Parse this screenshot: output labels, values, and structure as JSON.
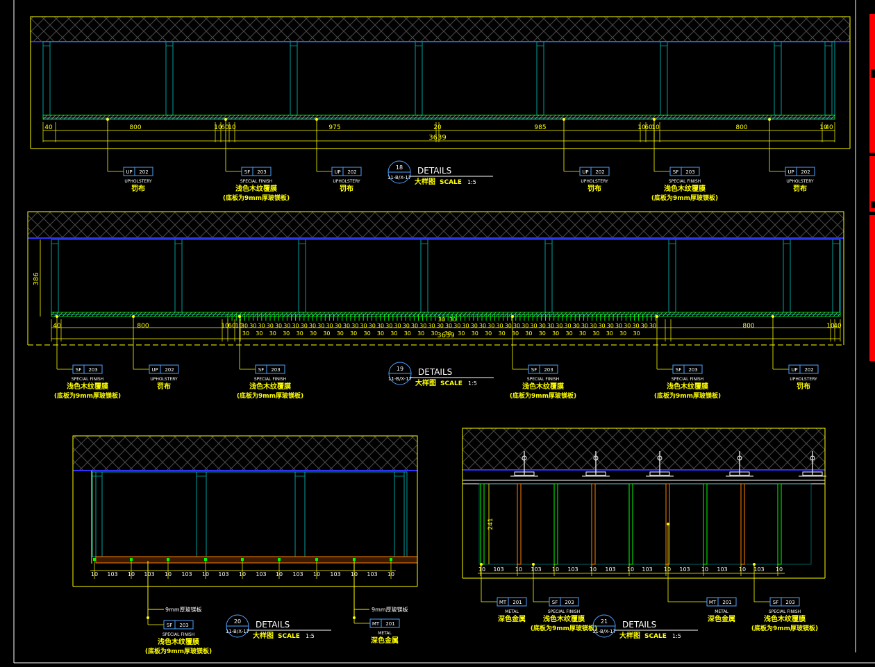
{
  "colors": {
    "background": "#000000",
    "frame": "#ffff00",
    "hatch": "#5a5a5a",
    "panel": "#00a0a0",
    "blue_line": "#3030ff",
    "dim": "#ffff00",
    "text": "#ffffff",
    "tag": "#4fa3ff",
    "red_mark": "#ff0000",
    "green": "#00ff00",
    "orange": "#ff7f00"
  },
  "detail18": {
    "dims": [
      "40",
      "800",
      "10",
      "60",
      "10",
      "975",
      "20",
      "985",
      "10",
      "60",
      "10",
      "800",
      "10",
      "40"
    ],
    "total": "3639",
    "callouts": [
      {
        "code": "UP",
        "num": "202",
        "en": "UPHOLSTERY",
        "cn": "罚布",
        "cn2": ""
      },
      {
        "code": "SF",
        "num": "203",
        "en": "SPECIAL FINISH",
        "cn": "浅色木纹覆膜",
        "cn2": "(底板为9mm厚玻镁板)"
      },
      {
        "code": "UP",
        "num": "202",
        "en": "UPHOLSTERY",
        "cn": "罚布",
        "cn2": ""
      },
      {
        "code": "UP",
        "num": "202",
        "en": "UPHOLSTERY",
        "cn": "罚布",
        "cn2": ""
      },
      {
        "code": "SF",
        "num": "203",
        "en": "SPECIAL FINISH",
        "cn": "浅色木纹覆膜",
        "cn2": "(底板为9mm厚玻镁板)"
      },
      {
        "code": "UP",
        "num": "202",
        "en": "UPHOLSTERY",
        "cn": "罚布",
        "cn2": ""
      }
    ],
    "title": {
      "num": "18",
      "ref": "11-B/X-17",
      "details": "DETAILS",
      "cn": "大样图",
      "scale": "SCALE",
      "ratio": "1:5"
    }
  },
  "detail19": {
    "height": "386",
    "dims_left": [
      "40",
      "800",
      "10",
      "60",
      "10"
    ],
    "dims_right": [
      "800",
      "10",
      "40"
    ],
    "row30": "30",
    "row30_top": [
      "30",
      "30"
    ],
    "total": "3639",
    "callouts": [
      {
        "code": "SF",
        "num": "203",
        "en": "SPECIAL FINISH",
        "cn": "浅色木纹覆膜",
        "cn2": "(底板为9mm厚玻镁板)"
      },
      {
        "code": "UP",
        "num": "202",
        "en": "UPHOLSTERY",
        "cn": "罚布",
        "cn2": ""
      },
      {
        "code": "SF",
        "num": "203",
        "en": "SPECIAL FINISH",
        "cn": "浅色木纹覆膜",
        "cn2": "(底板为9mm厚玻镁板)"
      },
      {
        "code": "SF",
        "num": "203",
        "en": "SPECIAL FINISH",
        "cn": "浅色木纹覆膜",
        "cn2": "(底板为9mm厚玻镁板)"
      },
      {
        "code": "SF",
        "num": "203",
        "en": "SPECIAL FINISH",
        "cn": "浅色木纹覆膜",
        "cn2": "(底板为9mm厚玻镁板)"
      },
      {
        "code": "UP",
        "num": "202",
        "en": "UPHOLSTERY",
        "cn": "罚布",
        "cn2": ""
      }
    ],
    "title": {
      "num": "19",
      "ref": "11-B/X-17",
      "details": "DETAILS",
      "cn": "大样图",
      "scale": "SCALE",
      "ratio": "1:5"
    }
  },
  "detail20": {
    "dim_small": "10",
    "dim_big": "103",
    "note1": "9mm厚玻镁板",
    "note2": "9mm厚玻镁板",
    "callouts": [
      {
        "code": "SF",
        "num": "203",
        "en": "SPECIAL FINISH",
        "cn": "浅色木纹覆膜",
        "cn2": "(底板为9mm厚玻镁板)"
      },
      {
        "code": "MT",
        "num": "201",
        "en": "METAL",
        "cn": "深色金属",
        "cn2": ""
      }
    ],
    "title": {
      "num": "20",
      "ref": "11-B/X-17",
      "details": "DETAILS",
      "cn": "大样图",
      "scale": "SCALE",
      "ratio": "1:5"
    }
  },
  "detail21": {
    "height": "241",
    "dim_small": "10",
    "dim_big": "103",
    "callouts": [
      {
        "code": "MT",
        "num": "201",
        "en": "METAL",
        "cn": "深色金属",
        "cn2": ""
      },
      {
        "code": "SF",
        "num": "203",
        "en": "SPECIAL FINISH",
        "cn": "浅色木纹覆膜",
        "cn2": "(底板为9mm厚玻镁板)"
      },
      {
        "code": "MT",
        "num": "201",
        "en": "METAL",
        "cn": "深色金属",
        "cn2": ""
      },
      {
        "code": "SF",
        "num": "203",
        "en": "SPECIAL FINISH",
        "cn": "浅色木纹覆膜",
        "cn2": "(底板为9mm厚玻镁板)"
      }
    ],
    "title": {
      "num": "21",
      "ref": "11-B/X-17",
      "details": "DETAILS",
      "cn": "大样图",
      "scale": "SCALE",
      "ratio": "1:5"
    }
  }
}
